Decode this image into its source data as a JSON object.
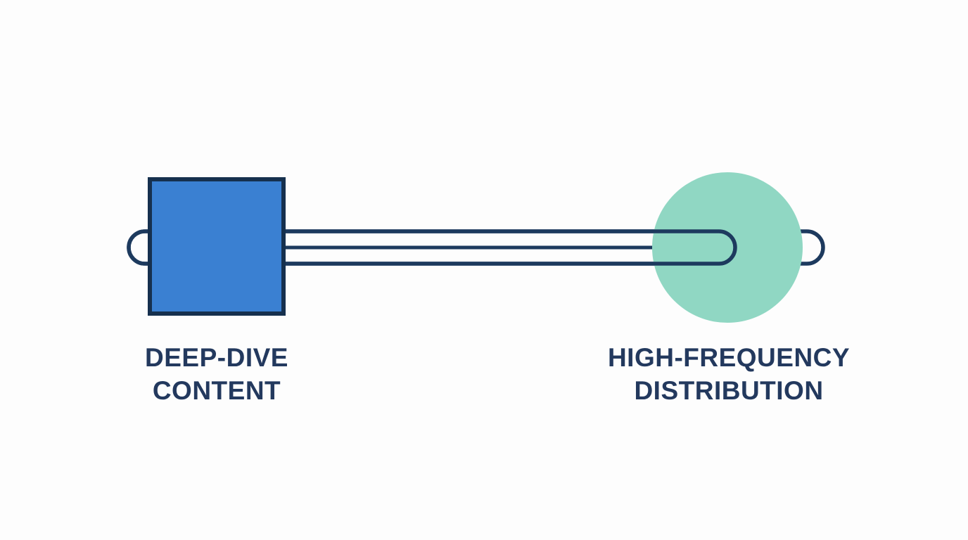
{
  "diagram": {
    "left_node": {
      "shape": "square",
      "label_lines": [
        "DEEP-DIVE",
        "CONTENT"
      ]
    },
    "right_node": {
      "shape": "circle",
      "label_lines": [
        "HIGH-FREQUENCY",
        "DISTRIBUTION"
      ]
    },
    "connector": {
      "outer_track": "full-width capsule outline",
      "inner_track": "capsule outline ending inside circle",
      "center_line": "horizontal center line between square and circle"
    },
    "colors": {
      "background": "#fdfdfd",
      "square_fill": "#3a80d2",
      "square_border": "#16304e",
      "circle_fill": "#90d7c3",
      "track_stroke": "#1d3a5e",
      "label_text": "#23395e"
    }
  }
}
